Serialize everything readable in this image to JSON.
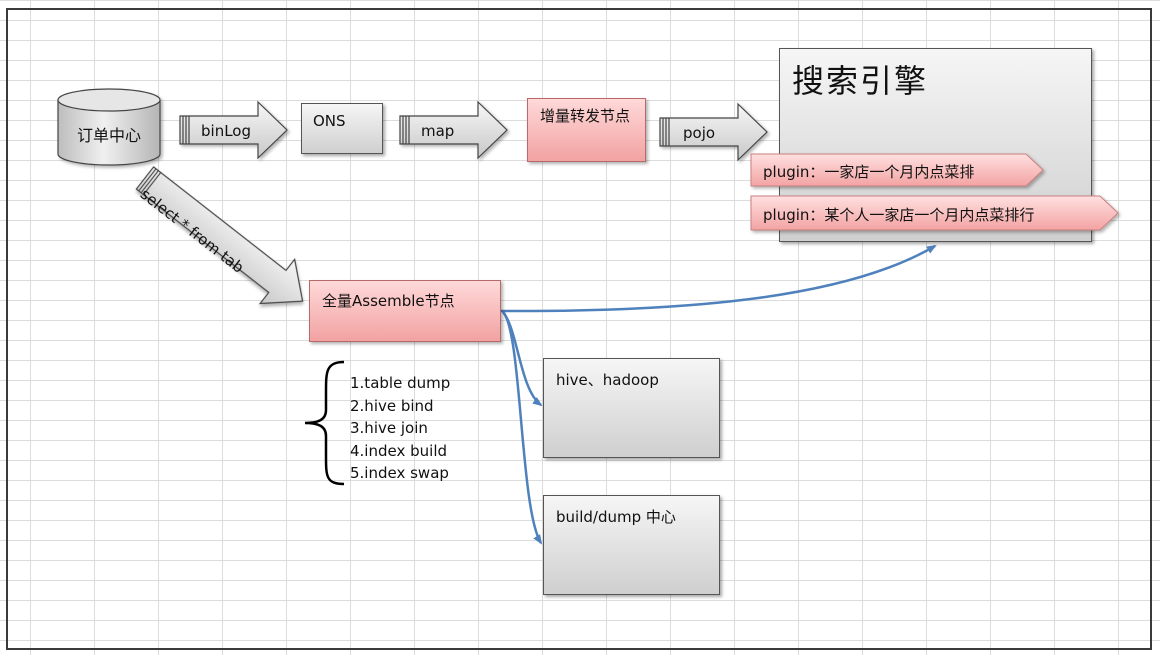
{
  "nodes": {
    "order_center": "订单中心",
    "ons": "ONS",
    "incremental_node": "增量转发节点",
    "search_engine": "搜索引擎",
    "full_assemble": "全量Assemble节点",
    "hive_hadoop": "hive、hadoop",
    "build_dump": "build/dump 中心"
  },
  "arrows": {
    "binlog": "binLog",
    "map": "map",
    "pojo": "pojo",
    "select": "select * from tab"
  },
  "plugins": [
    "plugin：一家店一个月内点菜排",
    "plugin：某个人一家店一个月内点菜排行"
  ],
  "steps": [
    "1.table dump",
    "2.hive bind",
    "3.hive join",
    "4.index build",
    "5.index  swap"
  ],
  "colors": {
    "gray_box_top": "#f6f6f6",
    "gray_box_bottom": "#cfcfcf",
    "pink_box_top": "#ffd9d9",
    "pink_box_bottom": "#f2a2a2",
    "connector_blue": "#4f81bd"
  }
}
